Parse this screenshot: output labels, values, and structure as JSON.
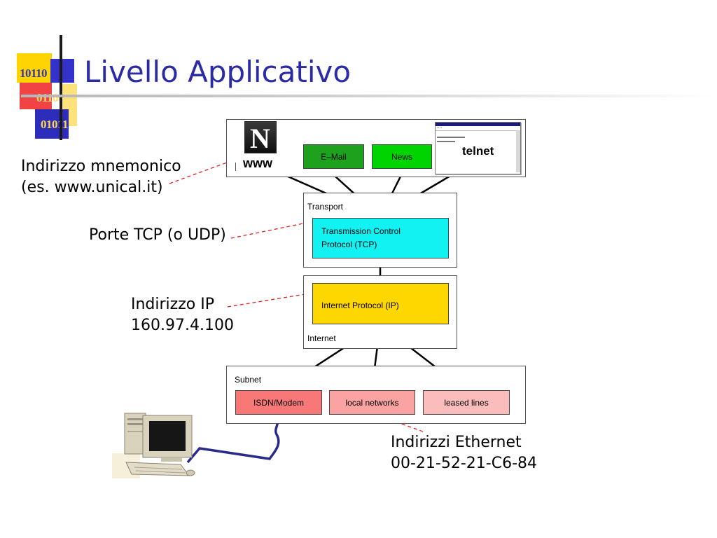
{
  "slide": {
    "title": "Livello Applicativo"
  },
  "logo": {
    "line1": "10110",
    "line2": "01100",
    "line3": "01011"
  },
  "app_layer": {
    "browser_label": "www",
    "browser_icon": "netscape-n-icon",
    "email_label": "E–Mail",
    "news_label": "News",
    "telnet_label": "telnet"
  },
  "transport_layer": {
    "label": "Transport",
    "protocol_line1": "Transmission Control",
    "protocol_line2": "Protocol (TCP)"
  },
  "internet_layer": {
    "label": "Internet",
    "protocol": "Internet Protocol (IP)"
  },
  "subnet_layer": {
    "label": "Subnet",
    "items": [
      "ISDN/Modem",
      "local networks",
      "leased lines"
    ]
  },
  "annotations": {
    "mnemonic_line1": "Indirizzo mnemonico",
    "mnemonic_line2": "(es. www.unical.it)",
    "ports": "Porte TCP (o UDP)",
    "ip_line1": "Indirizzo IP",
    "ip_line2": "160.97.4.100",
    "ethernet_line1": "Indirizzi Ethernet",
    "ethernet_line2": "00-21-52-21-C6-84"
  },
  "colors": {
    "title": "#2b2ba6",
    "email_box": "#1ea21e",
    "news_box": "#00d400",
    "tcp_box": "#12f2f2",
    "ip_box": "#ffd700",
    "isdn_box": "#f87878",
    "local_box": "#fba3a3",
    "leased_box": "#fbbcbc",
    "arrow": "#e02020",
    "cable": "#2a2a8a"
  }
}
